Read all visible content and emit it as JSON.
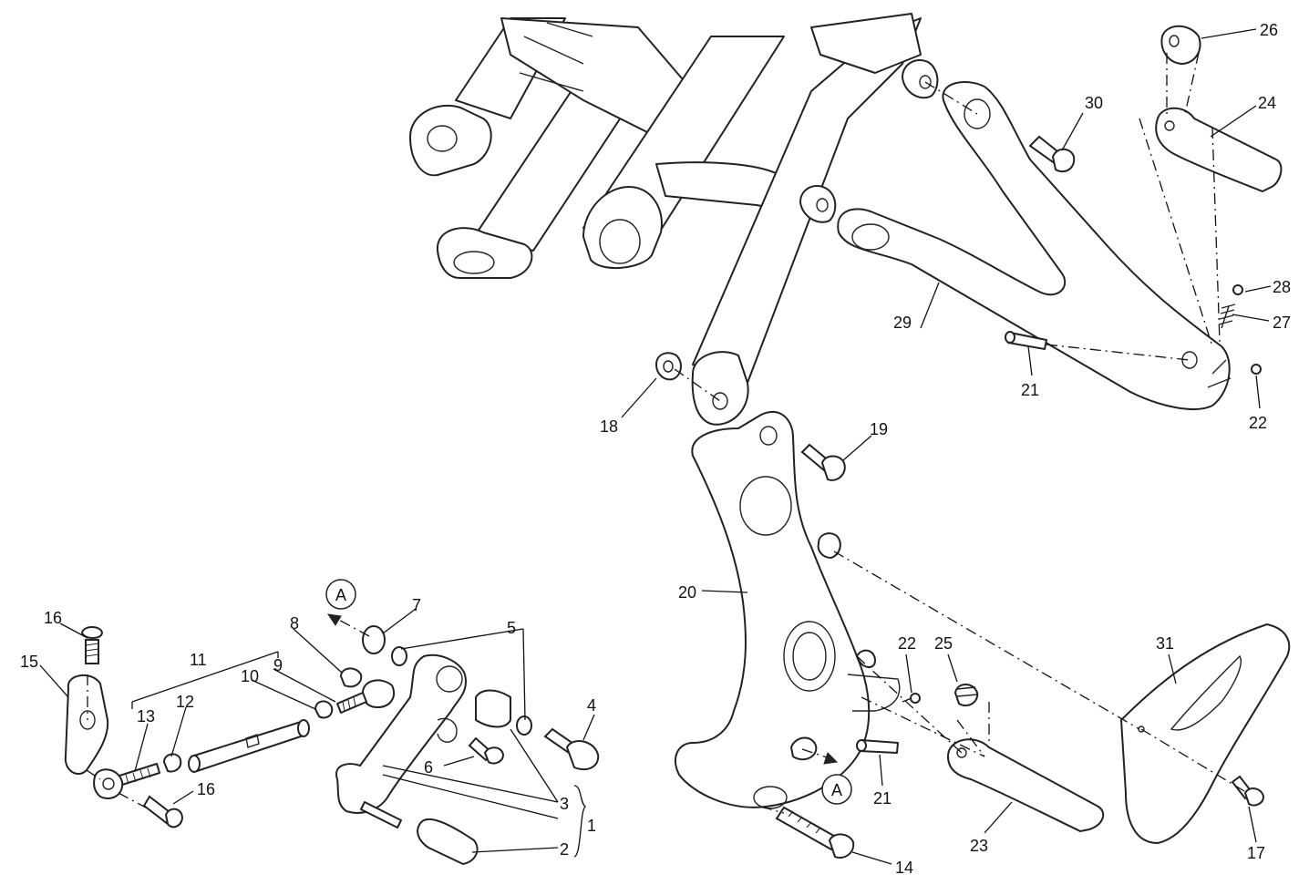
{
  "labels": {
    "p1": "1",
    "p2": "2",
    "p3": "3",
    "p4": "4",
    "p5": "5",
    "p6": "6",
    "p7": "7",
    "p8": "8",
    "p9": "9",
    "p10": "10",
    "p11": "11",
    "p12": "12",
    "p13": "13",
    "p14": "14",
    "p15": "15",
    "p16a": "16",
    "p16b": "16",
    "p17": "17",
    "p18": "18",
    "p19": "19",
    "p20": "20",
    "p21a": "21",
    "p21b": "21",
    "p22a": "22",
    "p22b": "22",
    "p23": "23",
    "p24": "24",
    "p25": "25",
    "p26": "26",
    "p27": "27",
    "p28": "28",
    "p29": "29",
    "p30": "30",
    "p31": "31"
  },
  "markers": {
    "a_top": "A",
    "a_bottom": "A"
  }
}
